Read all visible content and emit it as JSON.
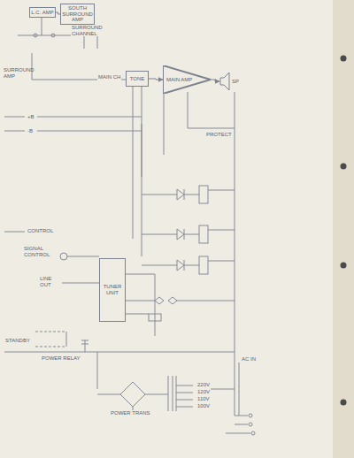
{
  "diagram": {
    "nodes": [
      {
        "text": [
          "L.C. AMP"
        ]
      },
      {
        "text": [
          "SOUTH SURROUND AMP"
        ]
      },
      {
        "text": [
          "TONE"
        ]
      },
      {
        "text": [
          "MAIN AMP"
        ]
      },
      {
        "text": [
          "SP"
        ]
      },
      {
        "text": [
          "TUNER UNIT"
        ]
      }
    ],
    "edges": [
      {
        "from": 0,
        "to": 1,
        "arrow": "none"
      },
      {
        "from": 2,
        "to": 3,
        "arrow": "to"
      },
      {
        "from": 3,
        "to": 4,
        "arrow": "to"
      }
    ],
    "labels": [
      "SURROUND CHANNEL",
      "SURROUND AMP",
      "MAIN CH",
      "PROTECT",
      "CONTROL",
      "SIGNAL CONTROL",
      "LINE OUT",
      "STANDBY",
      "POWER RELAY",
      "AC IN",
      "220V",
      "120V",
      "110V",
      "100V",
      "POWER TRANS",
      "+B",
      "-B"
    ]
  }
}
